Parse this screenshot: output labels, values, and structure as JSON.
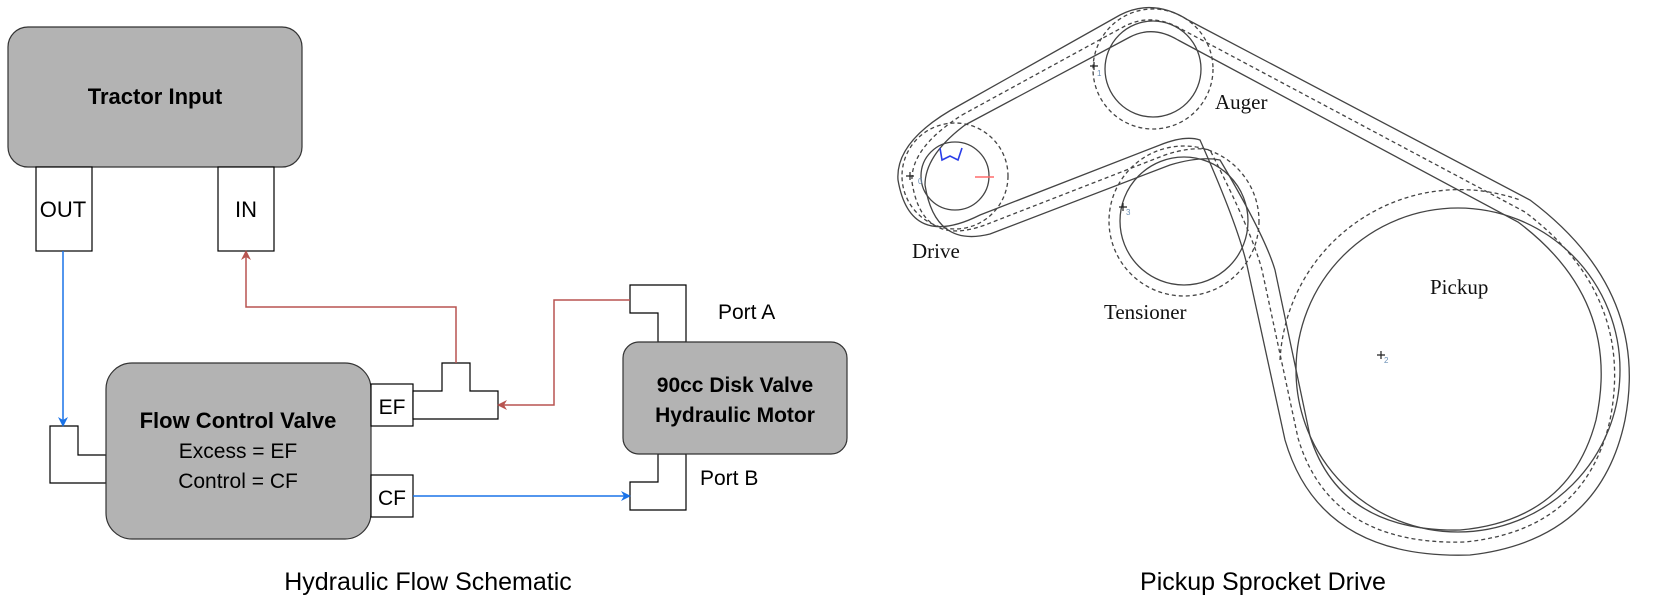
{
  "hydraulic_schematic": {
    "caption": "Hydraulic Flow Schematic",
    "tractor_input": {
      "title": "Tractor Input",
      "out_port": "OUT",
      "in_port": "IN"
    },
    "flow_control_valve": {
      "title": "Flow Control Valve",
      "line1": "Excess = EF",
      "line2": "Control = CF",
      "ef_port": "EF",
      "cf_port": "CF"
    },
    "motor": {
      "title_line1": "90cc Disk Valve",
      "title_line2": "Hydraulic Motor",
      "port_a": "Port A",
      "port_b": "Port B"
    },
    "colors": {
      "box_fill": "#b3b3b3",
      "pressure_line": "#1a73e8",
      "return_line": "#b85450"
    }
  },
  "sprocket_drive": {
    "caption": "Pickup Sprocket Drive",
    "sprockets": [
      {
        "id": "0",
        "label": "Drive"
      },
      {
        "id": "1",
        "label": "Auger"
      },
      {
        "id": "2",
        "label": "Pickup"
      },
      {
        "id": "3",
        "label": "Tensioner"
      }
    ]
  }
}
